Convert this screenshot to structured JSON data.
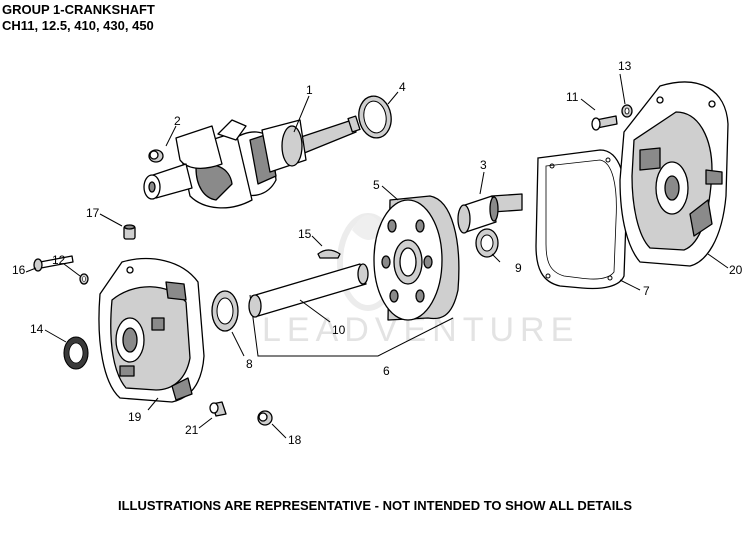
{
  "header": {
    "title": "GROUP 1-CRANKSHAFT",
    "subtitle": "CH11, 12.5, 410, 430, 450"
  },
  "watermark": "LEADVENTURE",
  "footer": "ILLUSTRATIONS ARE REPRESENTATIVE - NOT INTENDED TO SHOW ALL DETAILS",
  "callouts": {
    "c1": "1",
    "c2": "2",
    "c3": "3",
    "c4": "4",
    "c5": "5",
    "c6": "6",
    "c7": "7",
    "c8": "8",
    "c9": "9",
    "c10": "10",
    "c11": "11",
    "c12": "12",
    "c13": "13",
    "c14": "14",
    "c15": "15",
    "c16": "16",
    "c17": "17",
    "c18": "18",
    "c19": "19",
    "c20": "20",
    "c21": "21"
  }
}
